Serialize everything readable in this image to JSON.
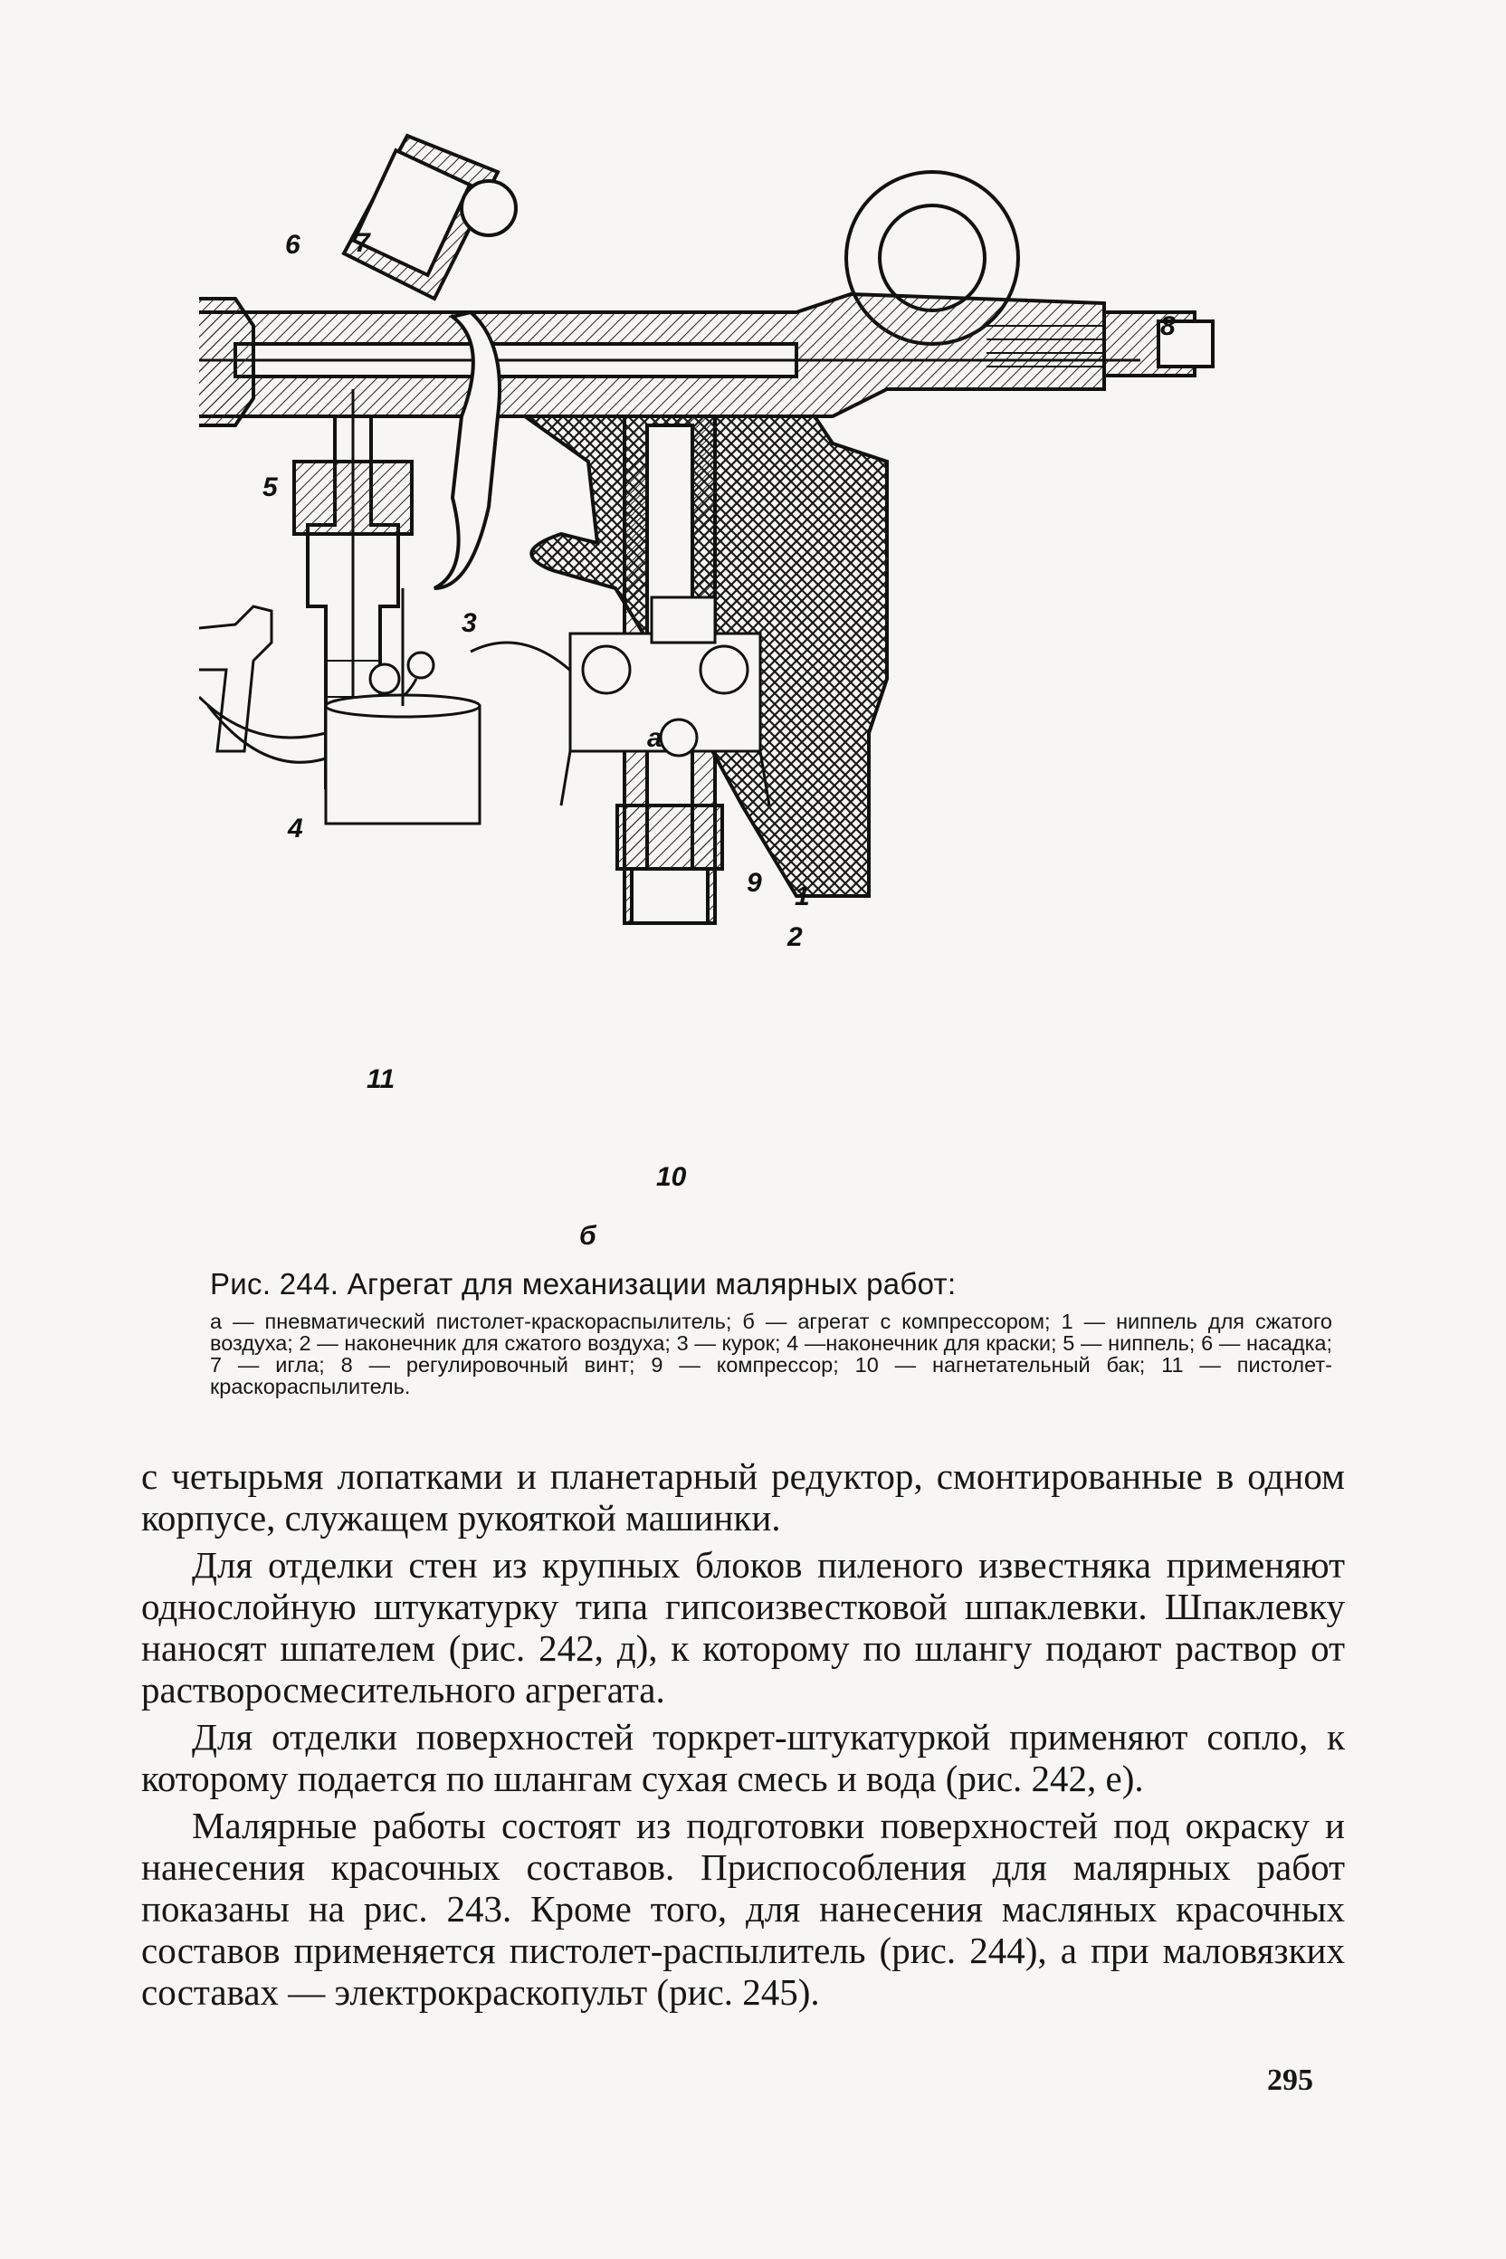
{
  "figure": {
    "callouts": [
      "1",
      "2",
      "3",
      "4",
      "5",
      "6",
      "7",
      "8",
      "а",
      "9",
      "10",
      "11",
      "б"
    ]
  },
  "caption": {
    "title": "Рис. 244. Агрегат для механизации малярных работ:",
    "legend": "а — пневматический пистолет-краскораспылитель; б — агрегат с компрессором; 1 — ниппель для сжатого воздуха; 2 — наконечник для сжатого воздуха; 3 — курок; 4 —наконечник для краски; 5 — ниппель; 6 — насадка; 7 — игла; 8 — регулировочный винт; 9 — компрессор; 10 — нагнетательный бак; 11 — пистолет-краскораспылитель."
  },
  "body": {
    "paragraphs": [
      "с четырьмя лопатками и планетарный редуктор, смонтированные в одном корпусе, служащем рукояткой машинки.",
      "Для отделки стен из крупных блоков пиленого известняка применяют однослойную штукатурку типа гипсоизвестковой шпаклевки. Шпаклевку наносят шпателем (рис. 242, д), к которому по шлангу подают раствор от растворосмесительного агрегата.",
      "Для отделки поверхностей торкрет-штукатуркой применяют сопло, к которому подается по шлангам сухая смесь и вода (рис. 242, е).",
      "Малярные работы состоят из подготовки поверхностей под окраску и нанесения красочных составов. Приспособления для малярных работ показаны на рис. 243. Кроме того, для нанесения масляных красочных составов применяется пистолет-распылитель (рис. 244), а при маловязких составах — электрокраскопульт (рис. 245)."
    ]
  },
  "page_number": "295"
}
